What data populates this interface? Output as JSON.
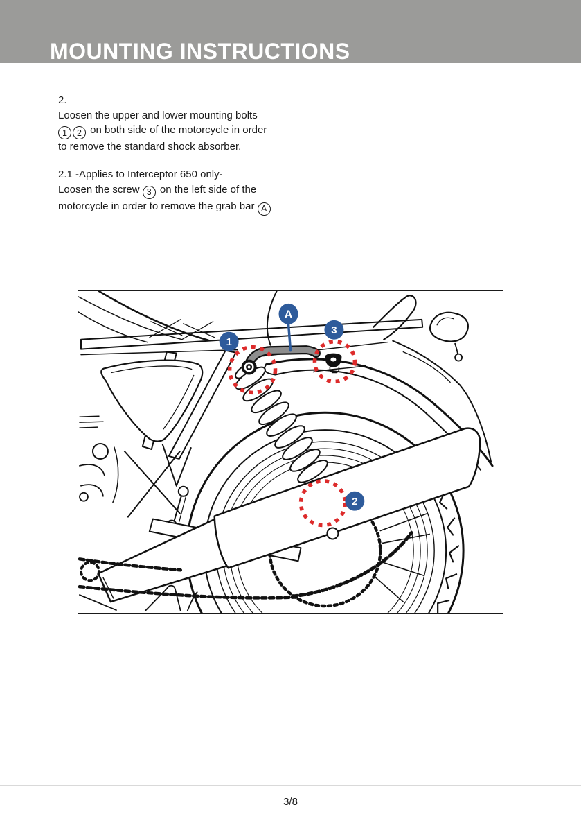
{
  "header": {
    "title": "MOUNTING INSTRUCTIONS"
  },
  "instructions": {
    "step2": [
      [
        {
          "t": "2."
        }
      ],
      [
        {
          "t": "Loosen the upper and lower mounting bolts"
        }
      ],
      [
        {
          "m": "1"
        },
        {
          "m": "2"
        },
        {
          "t": " on both side of the motorcycle in order"
        }
      ],
      [
        {
          "t": "to remove the standard shock absorber."
        }
      ]
    ],
    "step2_1": [
      [
        {
          "t": "2.1 -Applies to Interceptor 650 only-"
        }
      ],
      [
        {
          "t": "Loosen the screw "
        },
        {
          "m": "3"
        },
        {
          "t": " on the left side of the"
        }
      ],
      [
        {
          "t": "motorcycle in order to remove the grab bar "
        },
        {
          "m": "A"
        }
      ]
    ]
  },
  "figure": {
    "markers": [
      {
        "label": "A"
      },
      {
        "label": "1"
      },
      {
        "label": "2"
      },
      {
        "label": "3"
      }
    ],
    "colors": {
      "marker_blue": "#2e5b9b",
      "highlight_red": "#dd2b2b",
      "grab_bar_gray": "#8d8d8d"
    }
  },
  "footer": {
    "page_indicator": "3/8"
  },
  "colors": {
    "header_bg": "#9b9b99",
    "header_text": "#ffffff",
    "body_text": "#1a1a1a",
    "divider": "#d9d9d9"
  }
}
